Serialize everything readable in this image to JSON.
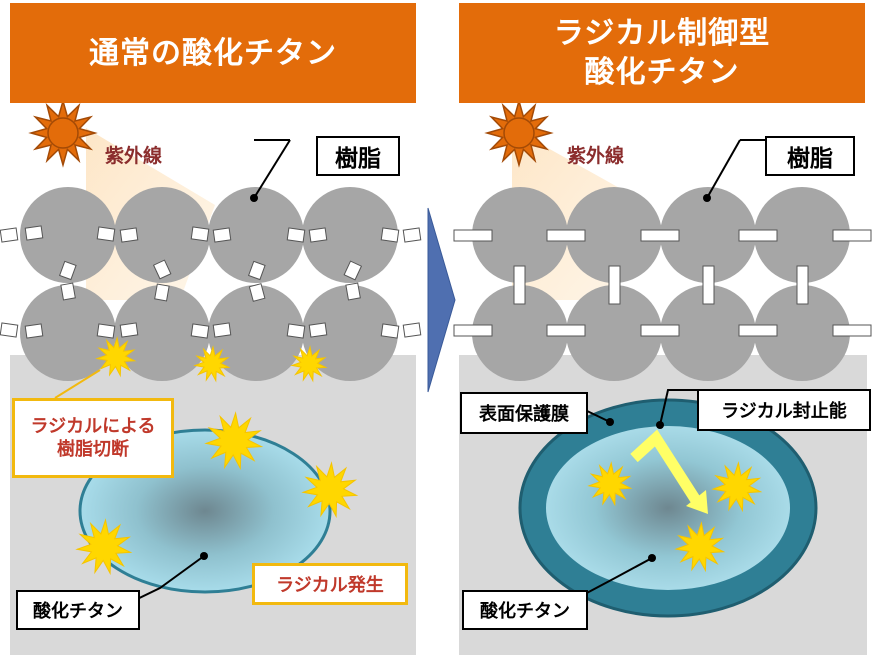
{
  "left_panel": {
    "title": "通常の酸化チタン",
    "uv_label": "紫外線",
    "resin_label": "樹脂",
    "radical_cut_label": [
      "ラジカルによる",
      "樹脂切断"
    ],
    "radical_gen_label": "ラジカル発生",
    "tio2_label": "酸化チタン"
  },
  "right_panel": {
    "title": [
      "ラジカル制御型",
      "酸化チタン"
    ],
    "uv_label": "紫外線",
    "resin_label": "樹脂",
    "surface_film_label": "表面保護膜",
    "radical_seal_label": "ラジカル封止能",
    "tio2_label": "酸化チタン"
  },
  "colors": {
    "header": "#e36c0a",
    "resin": "#a6a6a6",
    "substrate": "#d9d9d9",
    "radical": "#ffd700",
    "particle": "#9dd3e3",
    "film": "#2f7f95",
    "arrow": "#4f6fb0"
  }
}
